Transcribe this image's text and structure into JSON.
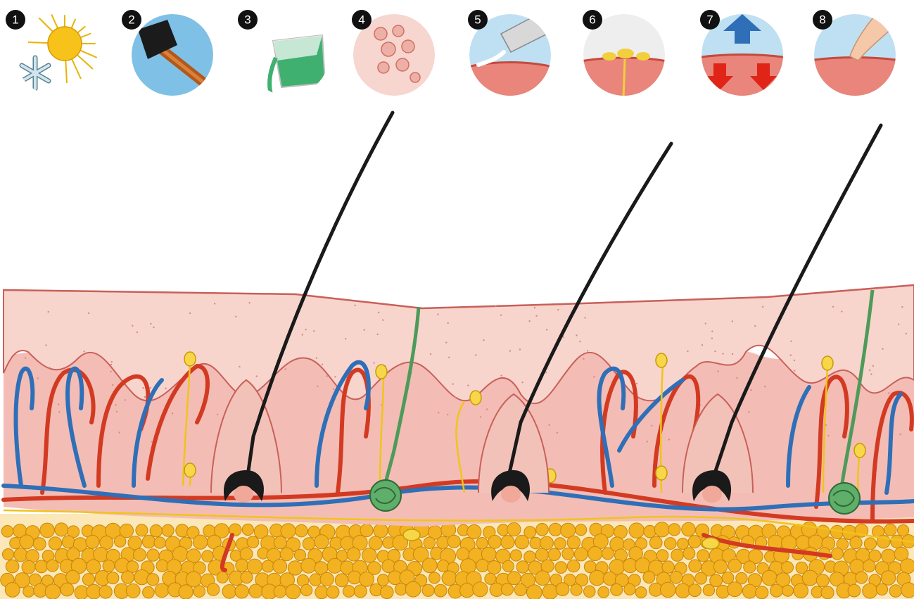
{
  "icons": [
    {
      "number": "1",
      "name": "heat-cold-icon"
    },
    {
      "number": "2",
      "name": "hammer-icon"
    },
    {
      "number": "3",
      "name": "chemical-spill-icon"
    },
    {
      "number": "4",
      "name": "skin-rash-icon"
    },
    {
      "number": "5",
      "name": "ointment-tube-icon"
    },
    {
      "number": "6",
      "name": "secretion-icon"
    },
    {
      "number": "7",
      "name": "pressure-arrows-icon"
    },
    {
      "number": "8",
      "name": "finger-touch-icon"
    }
  ],
  "colors": {
    "epidermis": "#f3c8c0",
    "epidermis_edge": "#c9605a",
    "dermis": "#eba8a4",
    "artery": "#d33a22",
    "vein": "#2f6fb8",
    "nerve": "#f0c419",
    "sweat_gland": "#4e9a5a",
    "hair": "#1a1a1a",
    "fat": "#f2b221",
    "fat_edge": "#c8850a",
    "badge": "#111111"
  }
}
